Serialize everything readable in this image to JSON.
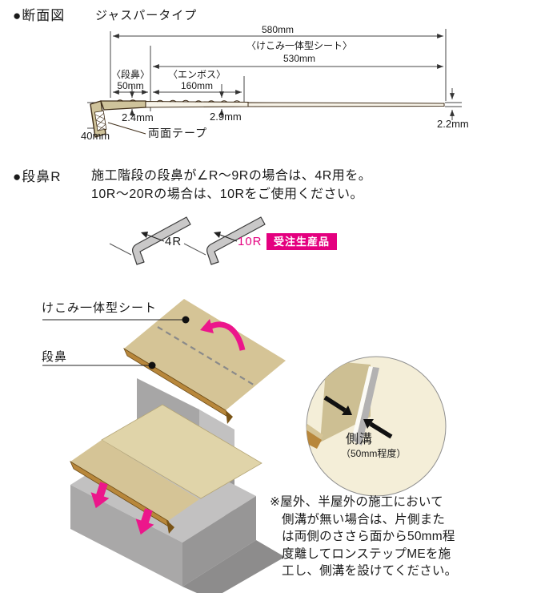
{
  "cross_section": {
    "heading": "●断面図",
    "type_label": "ジャスパータイプ",
    "dims": {
      "total_width": "580mm",
      "sheet_group_label": "〈けこみ一体型シート〉",
      "sheet_width": "530mm",
      "nose_label": "〈段鼻〉",
      "nose_width": "50mm",
      "emboss_label": "〈エンボス〉",
      "emboss_width": "160mm",
      "thickness_nose": "2.4mm",
      "thickness_emboss": "2.9mm",
      "thickness_end": "2.2mm",
      "nose_height": "40mm",
      "tape_label": "両面テープ"
    }
  },
  "nose_r": {
    "heading": "●段鼻R",
    "line1": "施工階段の段鼻が∠R～9Rの場合は、4R用を。",
    "line2": "10R～20Rの場合は、10Rをご使用ください。",
    "label_4r": "4R",
    "label_10r": "10R",
    "badge": "受注生産品"
  },
  "installation": {
    "label_sheet": "けこみ一体型シート",
    "label_nose": "段鼻",
    "detail_label": "側溝",
    "detail_sub": "（50mm程度）",
    "note_lines": [
      "※屋外、半屋外の施工において",
      "側溝が無い場合は、片側また",
      "は両側のささら面から50mm程",
      "度離してロンステップMEを施",
      "工し、側溝を設けてください。"
    ]
  },
  "colors": {
    "accent_magenta": "#e4007f",
    "arrow_pink": "#ec168b",
    "sheet_tan": "#d5c496",
    "nose_brown": "#b8873b",
    "stair_gray": "#a9a8a8"
  }
}
